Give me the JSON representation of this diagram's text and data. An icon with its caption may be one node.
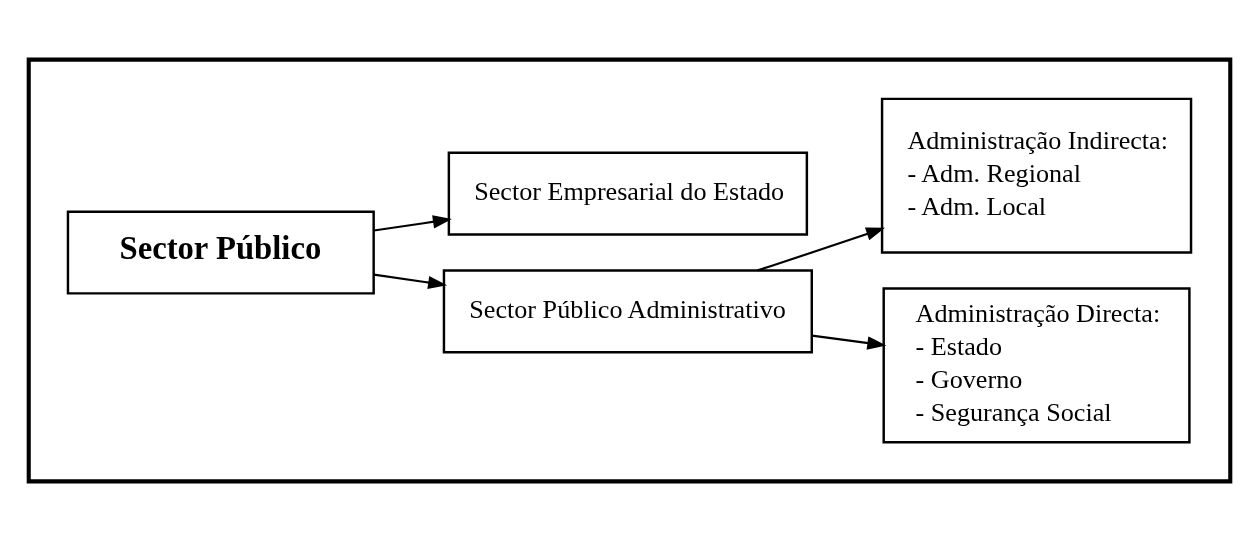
{
  "diagram": {
    "nodes": [
      {
        "text": [],
        "shape": "box"
      },
      {
        "text": [
          "Sector Público"
        ],
        "in": 0
      },
      {
        "text": [
          "Sector Público Administrativo"
        ],
        "in": 0
      },
      {
        "text": [
          "Sector Empresarial do Estado"
        ],
        "in": 0
      },
      {
        "text": [
          "Administração Directa:",
          "- Estado",
          "- Governo",
          "- Segurança Social"
        ],
        "in": 0
      },
      {
        "text": [
          "Administração Indirecta:",
          "- Adm. Regional",
          "- Adm. Local"
        ],
        "in": 0
      }
    ],
    "edges": [
      {
        "from": 1,
        "to": 2,
        "arrow": "to"
      },
      {
        "from": 1,
        "to": 3,
        "arrow": "to"
      },
      {
        "from": 2,
        "to": 4,
        "arrow": "to"
      },
      {
        "from": 2,
        "to": 5,
        "arrow": "to"
      }
    ]
  }
}
